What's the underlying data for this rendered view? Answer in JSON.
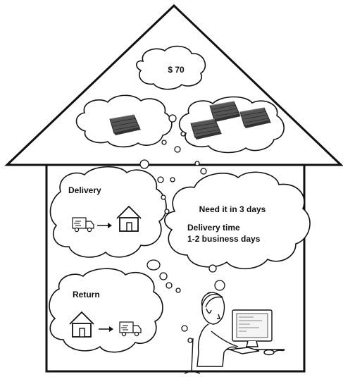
{
  "roof": {
    "price_label": "$ 70"
  },
  "delivery_cloud": {
    "title": "Delivery",
    "icons": [
      "delivery-truck-icon",
      "arrow-icon",
      "house-icon"
    ]
  },
  "return_cloud": {
    "title": "Return",
    "icons": [
      "house-icon",
      "arrow-icon",
      "delivery-truck-icon"
    ]
  },
  "thought_cloud": {
    "need_text": "Need it in 3 days",
    "delivery_time_line1": "Delivery time",
    "delivery_time_line2": "1-2 business days"
  },
  "person": {
    "icon": "person-at-computer-icon"
  },
  "colors": {
    "stroke": "#111111",
    "background": "#ffffff",
    "blanket": "#4a4a4a"
  }
}
